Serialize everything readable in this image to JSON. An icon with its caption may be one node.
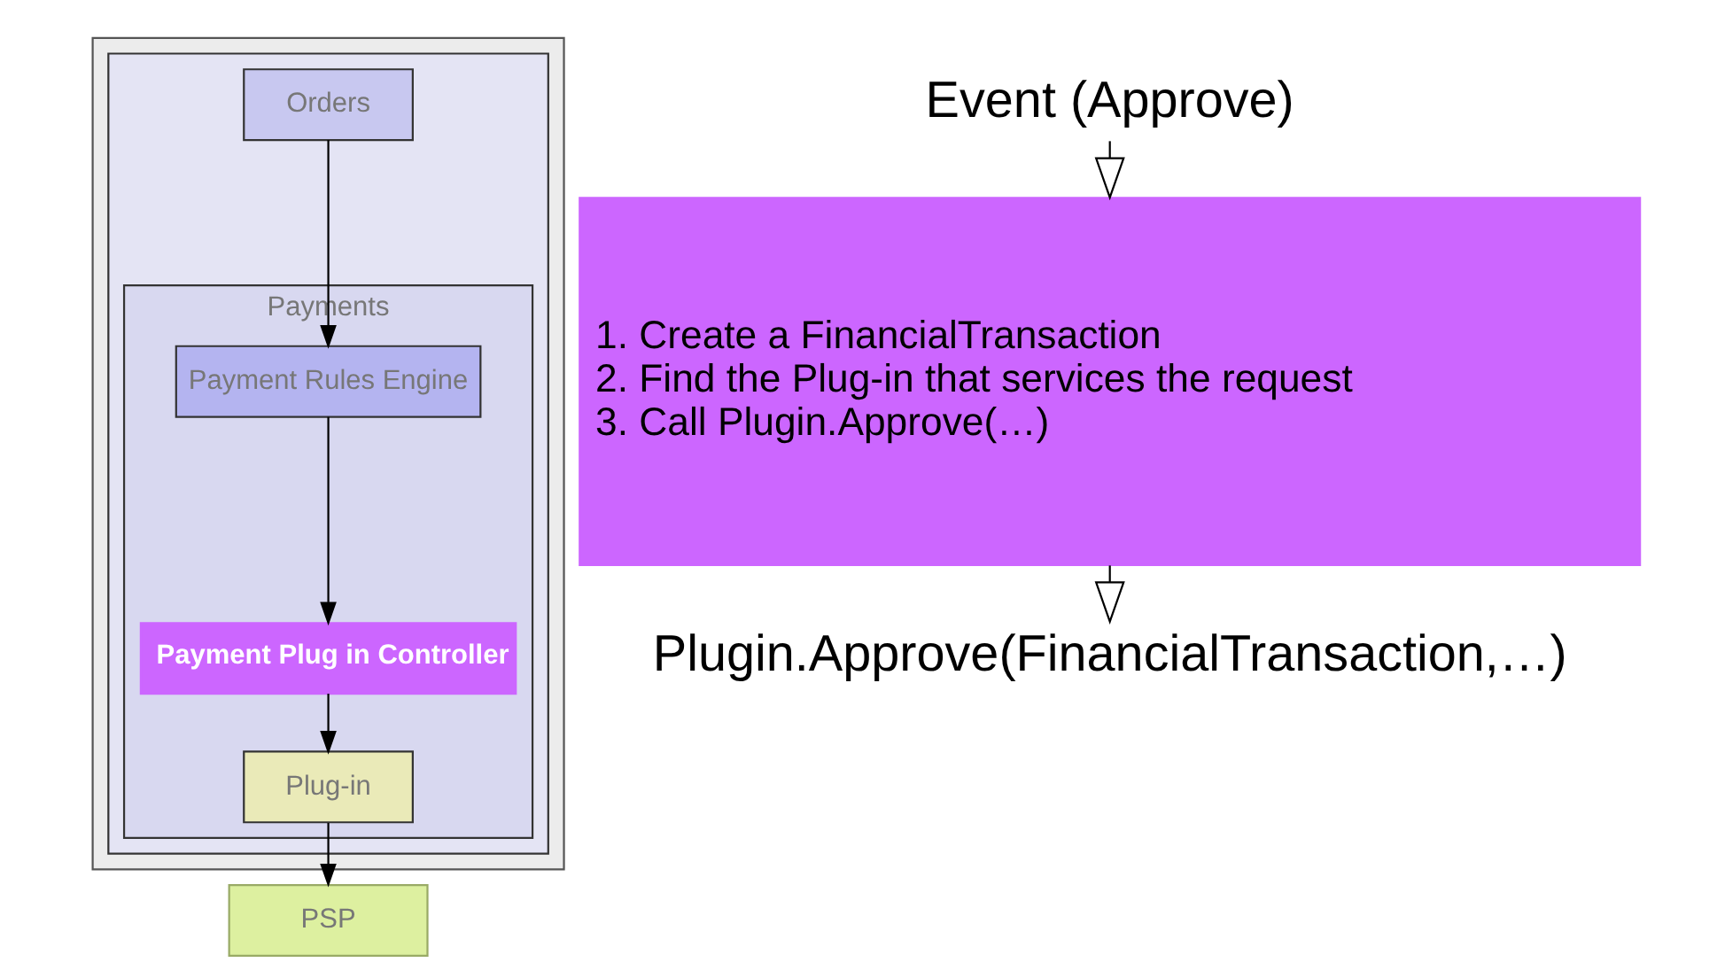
{
  "diagram": {
    "nodes": [
      {
        "text": [],
        "shape": "box"
      },
      {
        "text": [],
        "shape": "box",
        "in": 0
      },
      {
        "text": [
          "Orders"
        ],
        "in": 1
      },
      {
        "text": [
          "Payments"
        ],
        "in": 1
      },
      {
        "text": [
          "Payment Rules Engine"
        ],
        "in": 3
      },
      {
        "text": [
          "Payment Plug in Controller"
        ],
        "in": 3
      },
      {
        "text": [
          "Plug-in"
        ],
        "in": 3
      },
      {
        "text": [
          "PSP"
        ]
      },
      {
        "text": [
          "Event (Approve)"
        ]
      },
      {
        "text": [
          "1. Create a FinancialTransaction",
          "2. Find the Plug-in that services the request",
          "3. Call Plugin.Approve(…)"
        ]
      },
      {
        "text": [
          "Plugin.Approve(FinancialTransaction,…)"
        ]
      }
    ],
    "edges": [
      {
        "from": 2,
        "to": 4,
        "arrow": "to"
      },
      {
        "from": 4,
        "to": 5,
        "arrow": "to"
      },
      {
        "from": 5,
        "to": 6,
        "arrow": "to"
      },
      {
        "from": 6,
        "to": 7,
        "arrow": "to"
      },
      {
        "from": 8,
        "to": 9,
        "arrow": "to"
      },
      {
        "from": 9,
        "to": 10,
        "arrow": "to"
      }
    ]
  }
}
